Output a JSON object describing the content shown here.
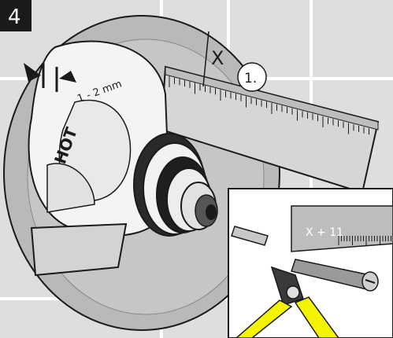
{
  "step": {
    "number": "4"
  },
  "callouts": {
    "x_label": "X",
    "order_label": "1.",
    "gap_label": "1 - 2 mm",
    "hot_label": "HOT"
  },
  "inset": {
    "ruler_label": "X + 11"
  },
  "colors": {
    "wall": "#dcdcdc",
    "cover": "#b7b7b7",
    "ruler": "#cfcfcf",
    "pliers": "#f4f400",
    "outline": "#1a1a1a"
  }
}
